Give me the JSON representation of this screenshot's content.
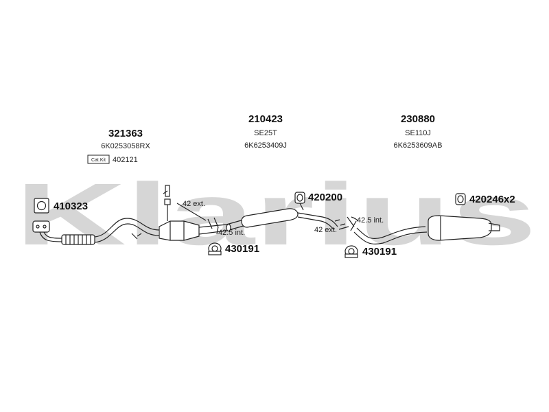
{
  "watermark": "Klarius",
  "groups": [
    {
      "part_number": "321363",
      "oe_code": "6K0253058RX"
    },
    {
      "part_number": "210423",
      "model": "SE25T",
      "oe_code": "6K6253409J"
    },
    {
      "part_number": "230880",
      "model": "SE110J",
      "oe_code": "6K6253609AB"
    }
  ],
  "cat_kit": {
    "badge": "Cat.Kit",
    "part_number": "402121"
  },
  "fittings": {
    "gasket": "410323",
    "hanger_mid": "420200",
    "hanger_rear": "420246x2",
    "clamp_front": "430191",
    "clamp_rear": "430191"
  },
  "joint_labels": {
    "front_ext": "42 ext.",
    "front_int": "42.5 int.",
    "rear_int": "42.5 int.",
    "rear_ext": "42 ext."
  },
  "colors": {
    "watermark": "#d6d6d6",
    "line": "#222222"
  }
}
